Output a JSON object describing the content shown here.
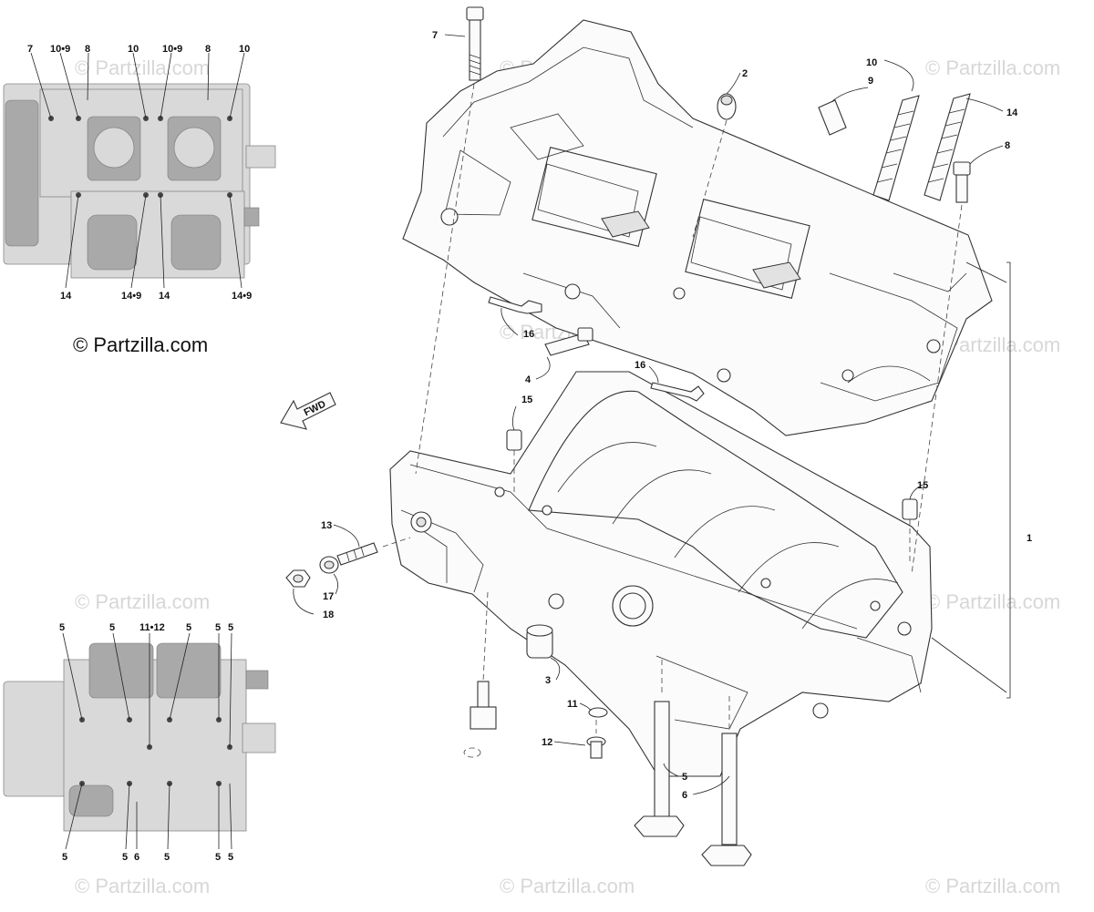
{
  "copyright_text": "© Partzilla.com",
  "watermark_text": "© Partzilla.com",
  "forward_label": "FWD",
  "top_thumbnail": {
    "top_labels": [
      "7",
      "10•9",
      "8",
      "10",
      "10•9",
      "8",
      "10"
    ],
    "bottom_labels": [
      "14",
      "14•9",
      "14",
      "14•9"
    ]
  },
  "bottom_thumbnail": {
    "top_labels": [
      "5",
      "5",
      "11•12",
      "5",
      "5",
      "5"
    ],
    "bottom_labels": [
      "5",
      "5",
      "6",
      "5",
      "5",
      "5"
    ]
  },
  "callouts": {
    "c1": "1",
    "c2": "2",
    "c3": "3",
    "c4": "4",
    "c5": "5",
    "c6": "6",
    "c7": "7",
    "c8": "8",
    "c9": "9",
    "c10": "10",
    "c11": "11",
    "c12": "12",
    "c13": "13",
    "c14": "14",
    "c15a": "15",
    "c15b": "15",
    "c16a": "16",
    "c16b": "16",
    "c17": "17",
    "c18": "18"
  },
  "colors": {
    "line": "#333333",
    "watermark": "#d7d7d7",
    "background": "#ffffff"
  }
}
